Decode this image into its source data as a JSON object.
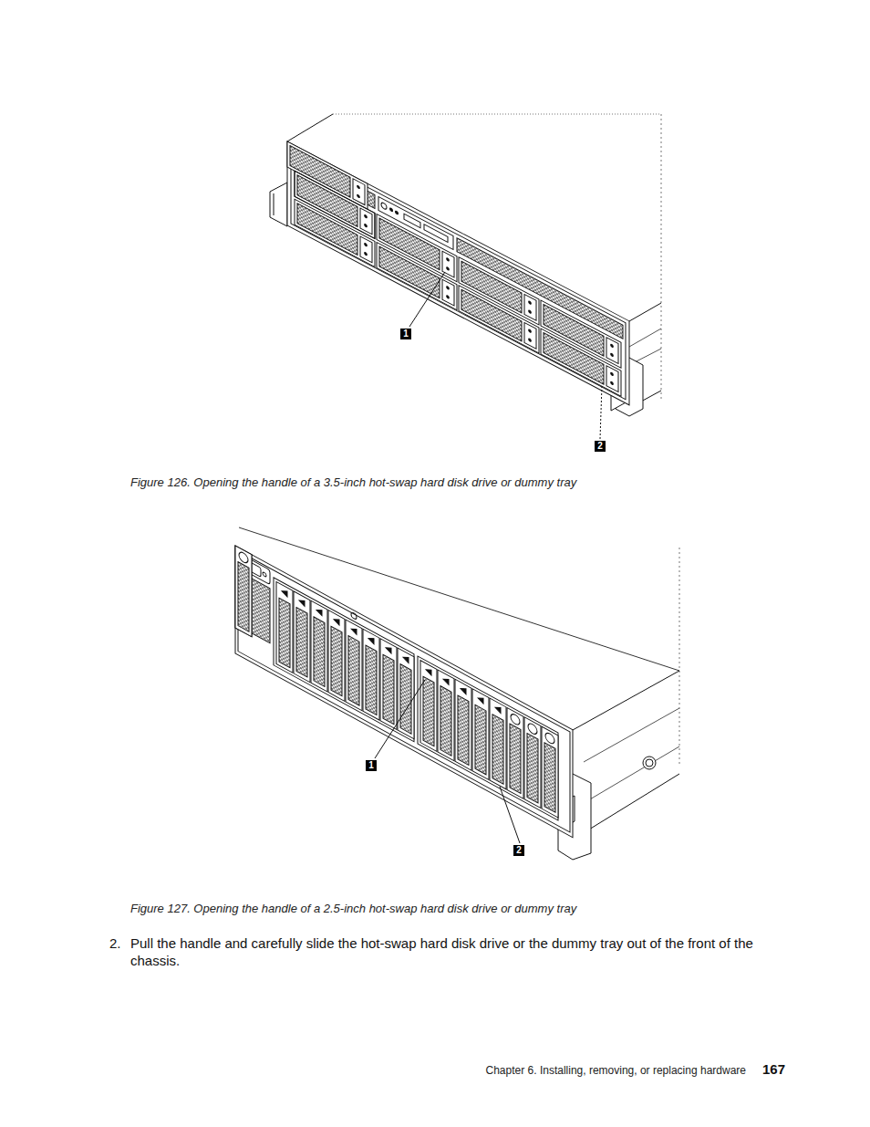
{
  "diagram": {
    "labels": [
      "1",
      "2",
      "Figure 126. Opening the handle of a 3.5-inch hot-swap hard disk drive or dummy tray",
      "1",
      "2",
      "Figure 127. Opening the handle of a 2.5-inch hot-swap hard disk drive or dummy tray",
      "2.",
      "Pull the handle and carefully slide the hot-swap hard disk drive or the dummy tray out of the front of the chassis.",
      "Chapter 6. Installing, removing, or replacing hardware",
      "167"
    ]
  }
}
